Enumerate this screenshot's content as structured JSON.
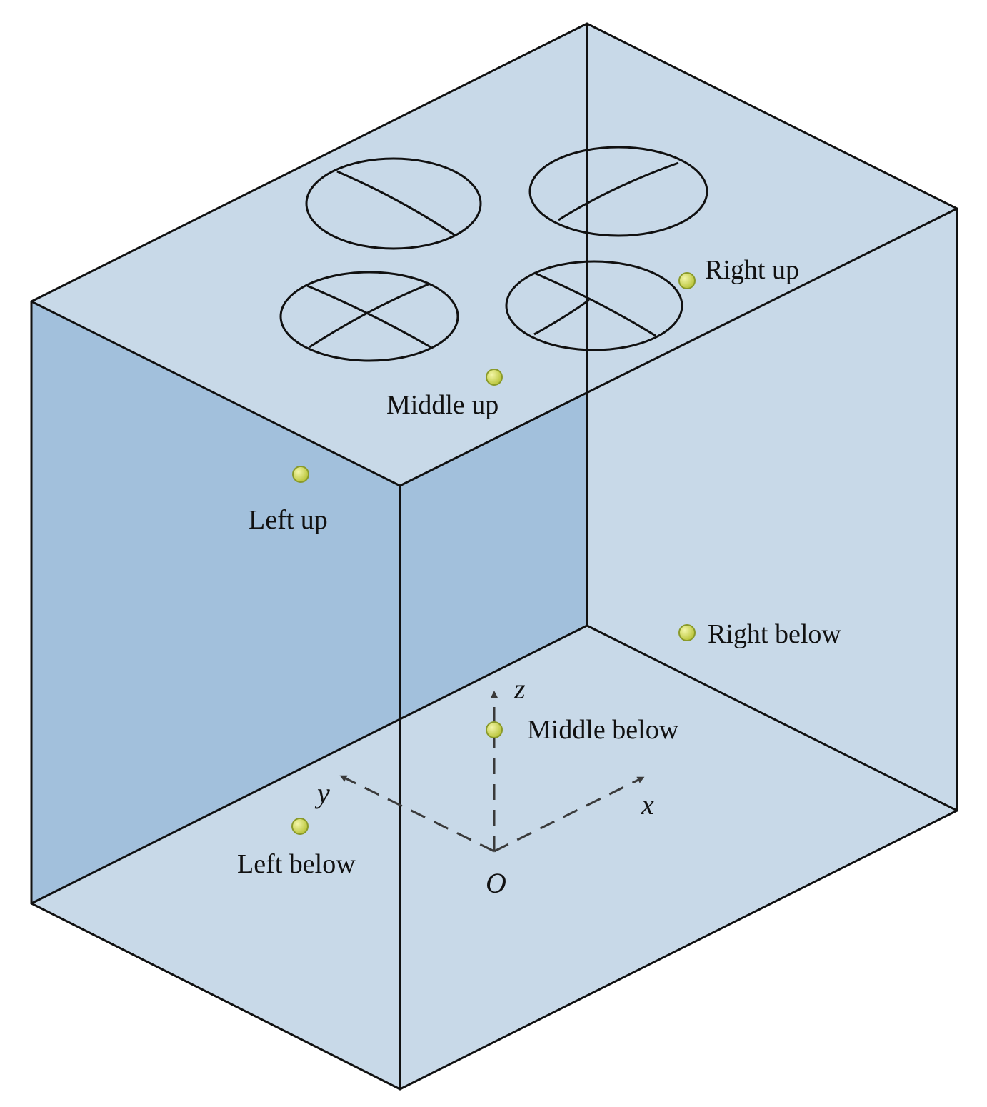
{
  "colors": {
    "face_light": "#c8d9e8",
    "face_dark": "#a2c0dc",
    "sensor_fill": "#d7de4c",
    "edge": "#111111",
    "axis": "#3a3a3a"
  },
  "vents": [
    {
      "name": "vent-top-left",
      "pattern": "single-diagonal"
    },
    {
      "name": "vent-top-right",
      "pattern": "single-diagonal"
    },
    {
      "name": "vent-bottom-left",
      "pattern": "cross"
    },
    {
      "name": "vent-bottom-right",
      "pattern": "half-cross"
    }
  ],
  "sensors": [
    {
      "key": "right_up",
      "label": "Right up"
    },
    {
      "key": "middle_up",
      "label": "Middle up"
    },
    {
      "key": "left_up",
      "label": "Left up"
    },
    {
      "key": "right_below",
      "label": "Right below"
    },
    {
      "key": "middle_below",
      "label": "Middle below"
    },
    {
      "key": "left_below",
      "label": "Left below"
    }
  ],
  "axes": {
    "x": "x",
    "y": "y",
    "z": "z",
    "origin": "O"
  }
}
